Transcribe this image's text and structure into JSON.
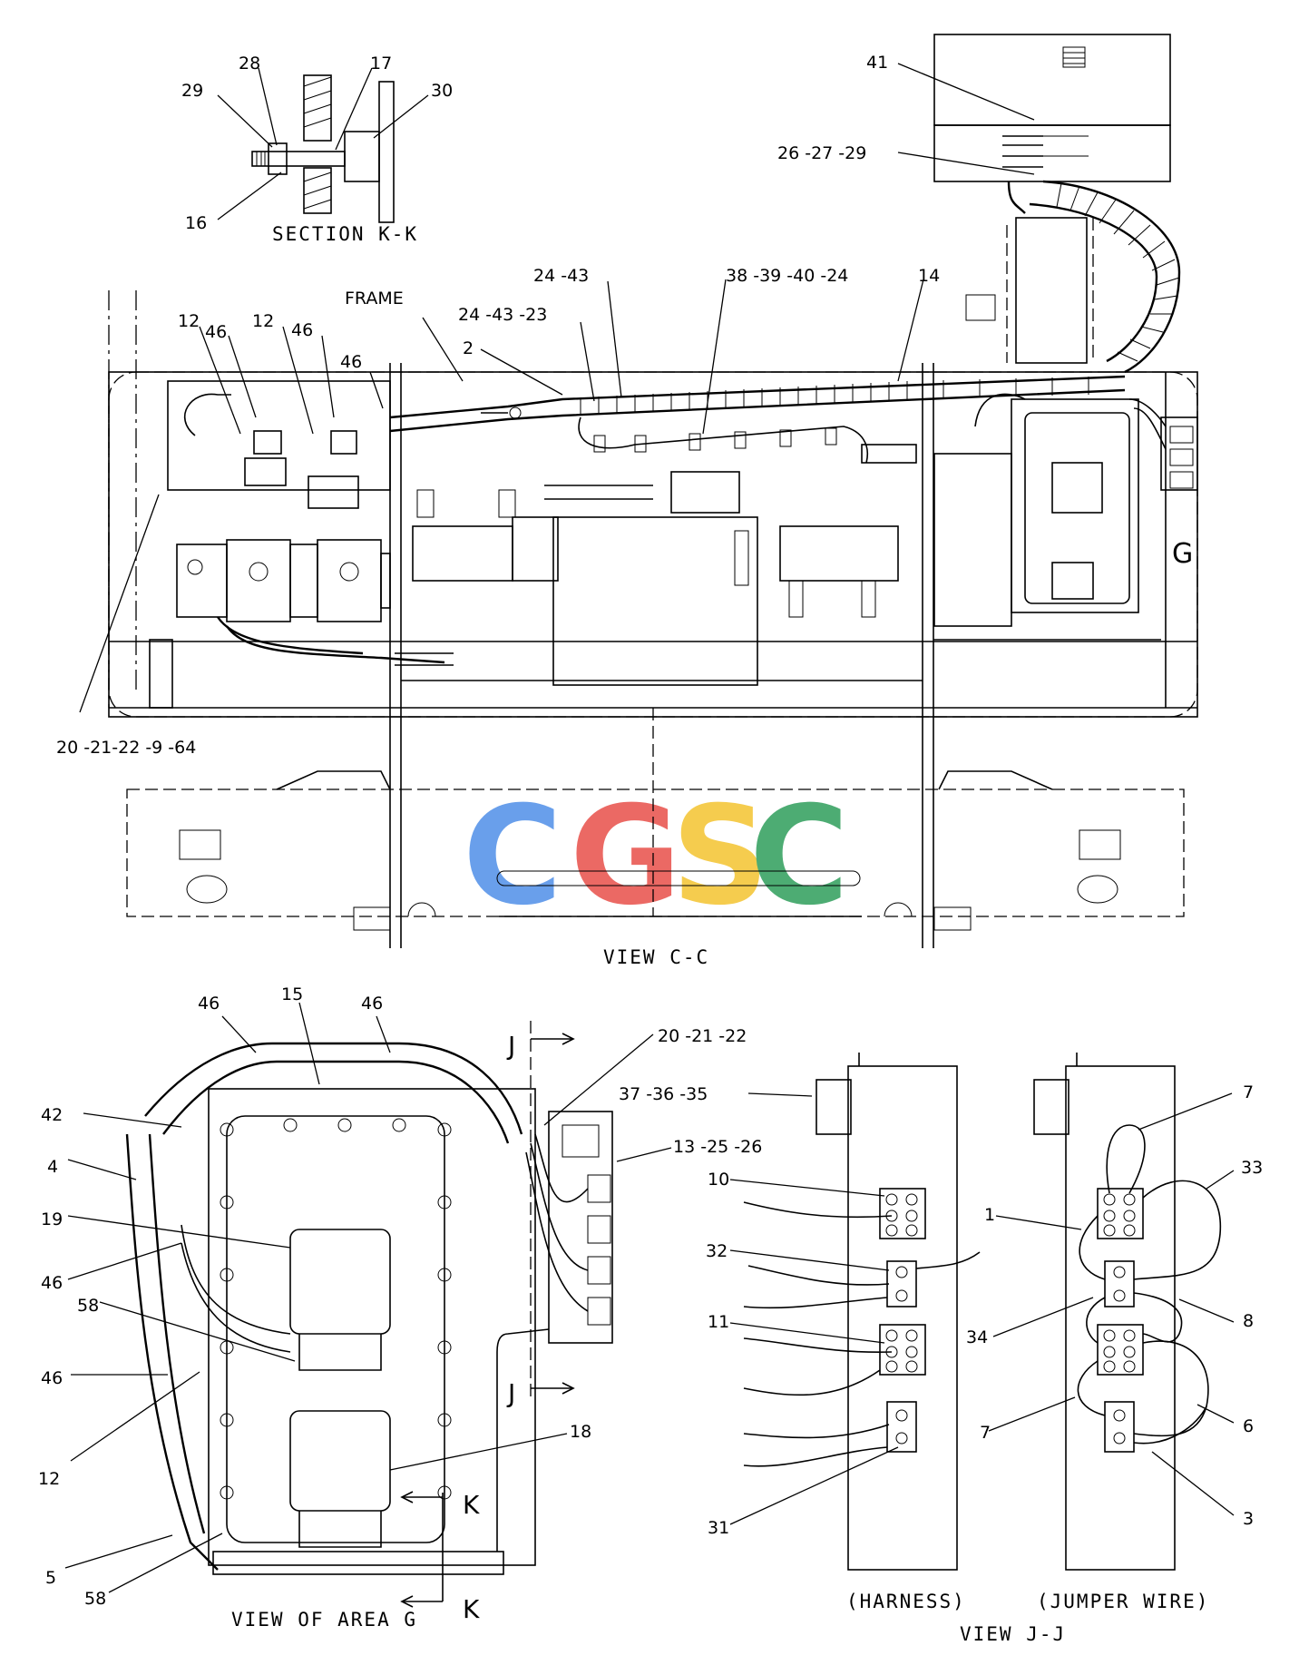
{
  "captions": {
    "section_kk": "SECTION K-K",
    "view_cc": "VIEW C-C",
    "view_area_g": "VIEW OF AREA G",
    "view_jj": "VIEW J-J",
    "harness": "(HARNESS)",
    "jumper_wire": "(JUMPER WIRE)",
    "frame": "FRAME"
  },
  "view_markers": {
    "g": "G",
    "j_top": "J",
    "j_bottom": "J",
    "k_top": "K",
    "k_bottom": "K"
  },
  "watermark": {
    "letters": [
      "C",
      "G",
      "S",
      "C"
    ],
    "colors": [
      "#4f8fe8",
      "#e8504a",
      "#f4c430",
      "#2e9e5b"
    ]
  },
  "callouts": {
    "section_kk": [
      "29",
      "28",
      "17",
      "30",
      "16"
    ],
    "top_right": [
      "41",
      "26 -27 -29"
    ],
    "view_cc": [
      "24 -43",
      "38 -39 -40 -24",
      "14",
      "24 -43 -23",
      "2",
      "12",
      "46",
      "12",
      "46",
      "46",
      "20 -21-22 -9 -64"
    ],
    "area_g": [
      "46",
      "15",
      "46",
      "42",
      "4",
      "19",
      "46",
      "58",
      "46",
      "12",
      "18",
      "5",
      "58",
      "20 -21 -22",
      "37 -36 -35",
      "13 -25 -26"
    ],
    "view_jj": [
      "10",
      "32",
      "11",
      "31",
      "7",
      "33",
      "1",
      "8",
      "34",
      "7",
      "6",
      "3"
    ]
  }
}
